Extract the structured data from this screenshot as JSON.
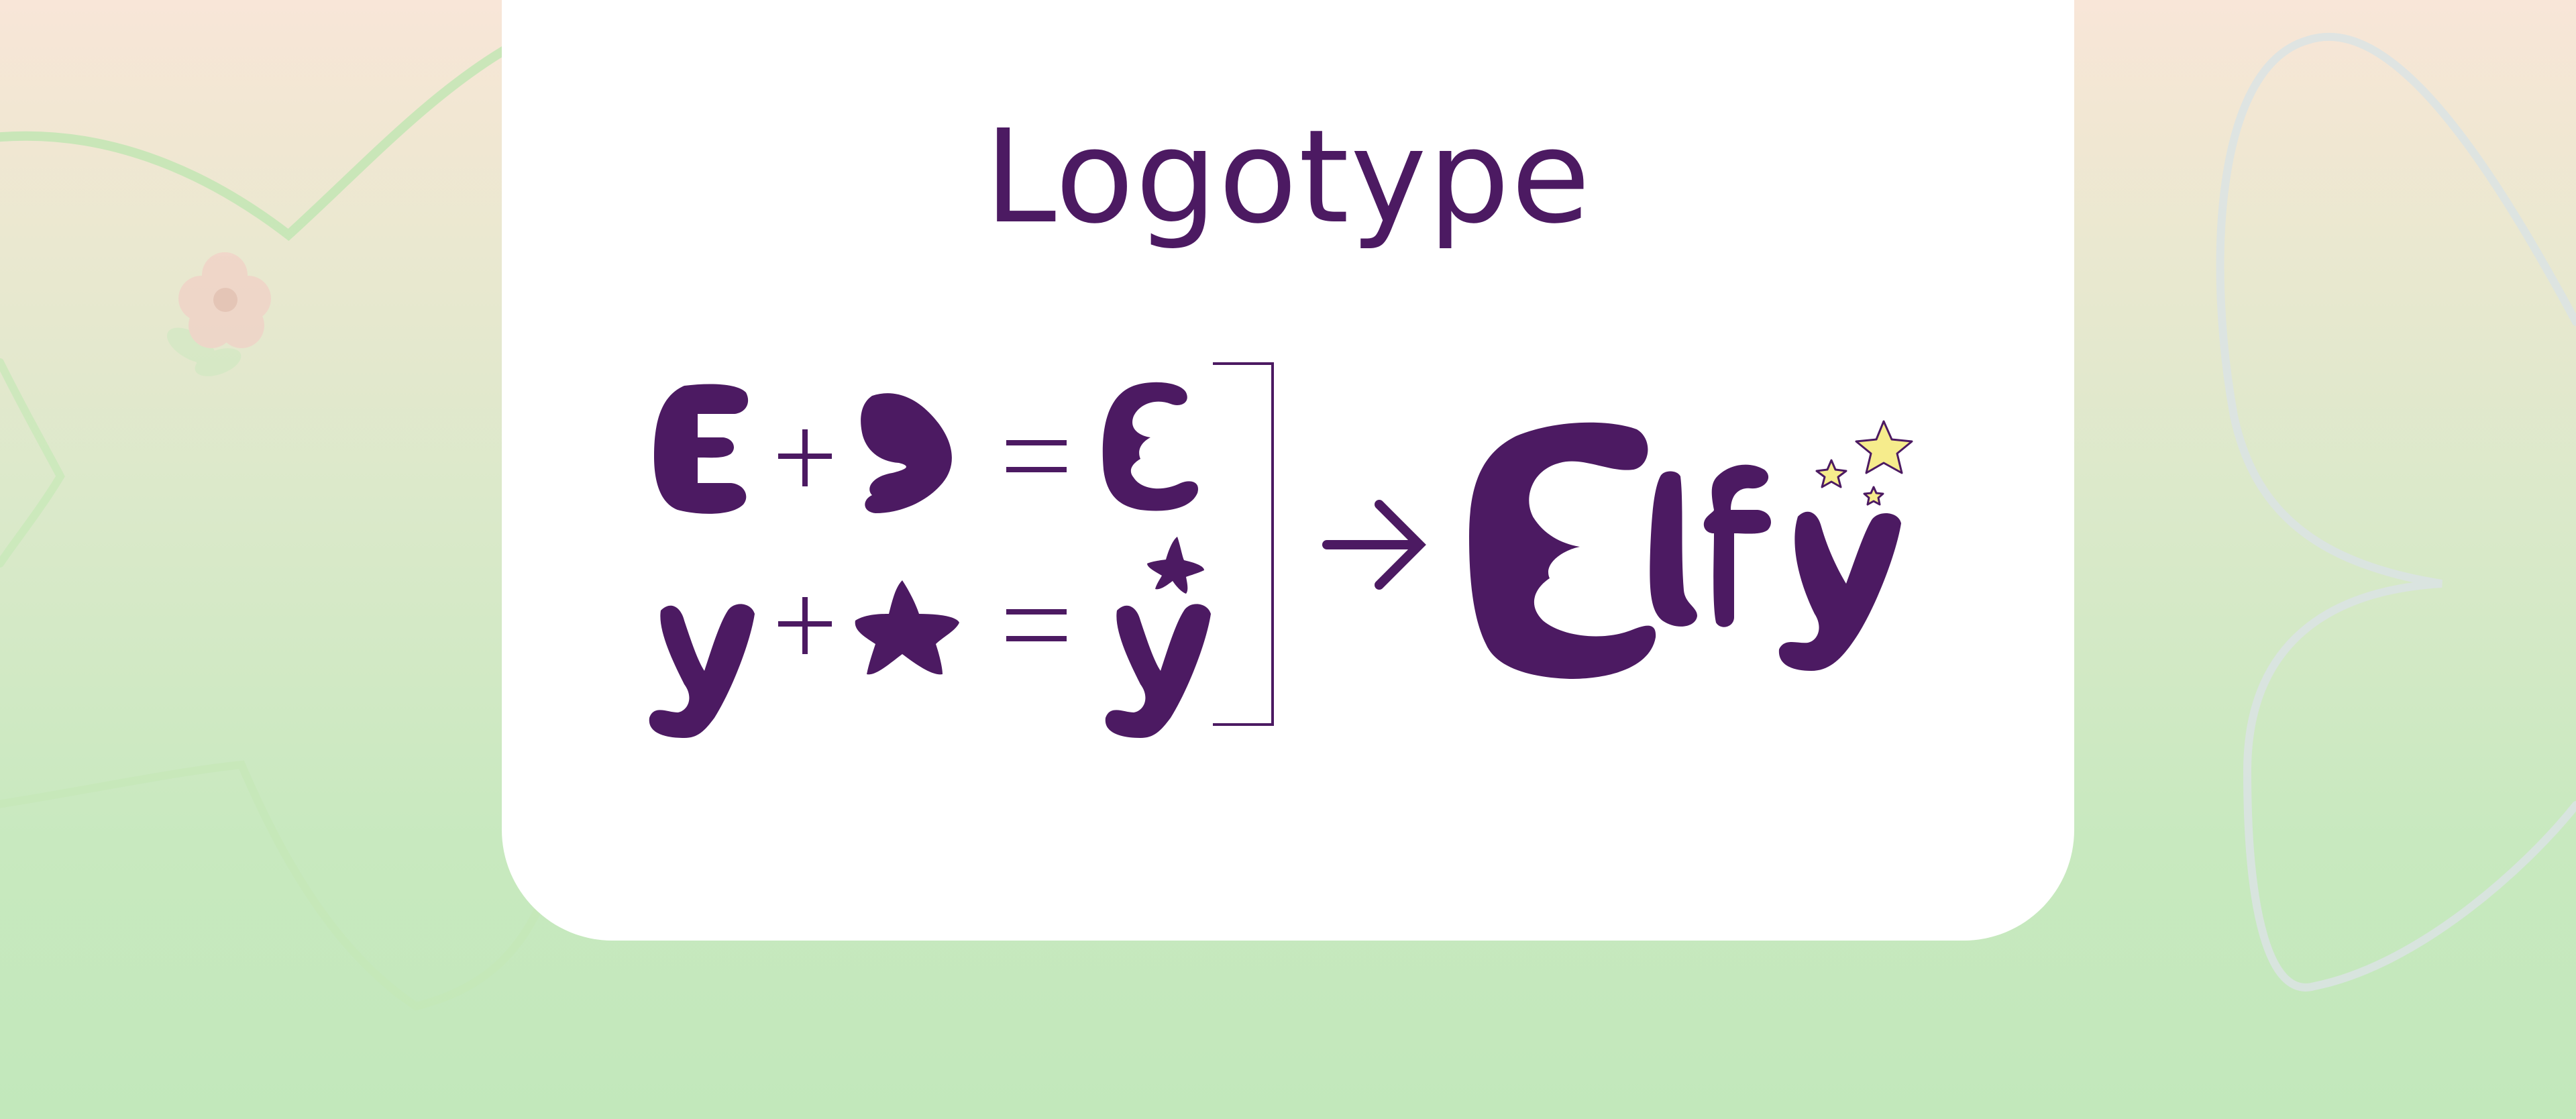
{
  "title": "Logotype",
  "wordmark": {
    "letters": [
      "E",
      "l",
      "f",
      "y"
    ]
  },
  "equations": [
    {
      "letter": "E",
      "operator_plus": "+",
      "operator_equals": "="
    },
    {
      "letter": "y",
      "operator_plus": "+",
      "operator_equals": "="
    }
  ],
  "icons": {
    "moon": "moon-icon",
    "star": "star-icon",
    "flower": "flower-icon",
    "arrow": "arrow-right-icon"
  },
  "colors": {
    "brand_purple": "#4c1a62",
    "star_yellow": "#f6ec8c",
    "card_white": "#ffffff",
    "bg_top": "#f8e6d8",
    "bg_bottom": "#c2e8bb"
  }
}
